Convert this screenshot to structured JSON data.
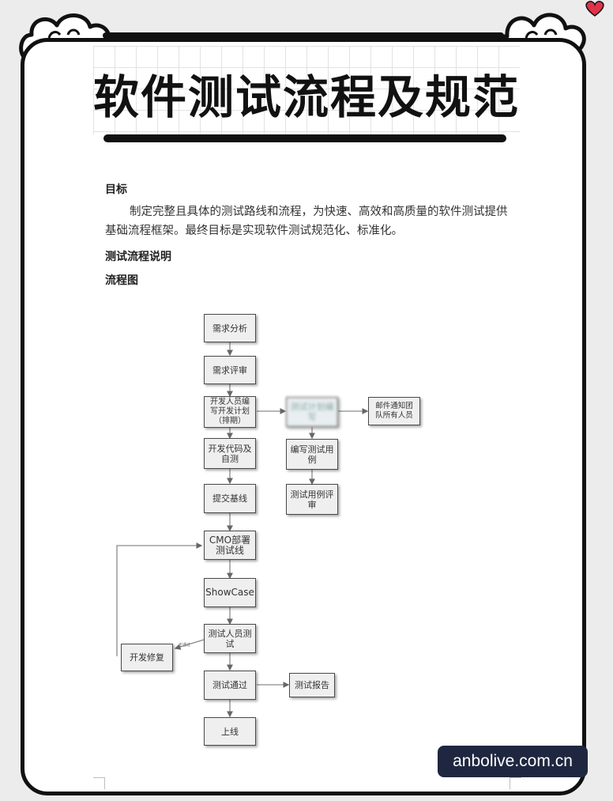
{
  "document": {
    "title": "软件测试流程及规范",
    "sections": {
      "goal_heading": "目标",
      "goal_text": "制定完整且具体的测试路线和流程，为快速、高效和高质量的软件测试提供基础流程框架。最终目标是实现软件测试规范化、标准化。",
      "process_heading": "测试流程说明",
      "flowchart_heading": "流程图"
    }
  },
  "flowchart": {
    "nodes": {
      "requirement_analysis": "需求分析",
      "requirement_review": "需求评审",
      "dev_plan": "开发人员编写开发计划（排期）",
      "dev_code": "开发代码及自测",
      "submit_baseline": "提交基线",
      "cmo_deploy": "CMO部署测试线",
      "showcase": "ShowCase",
      "tester_test": "测试人员测试",
      "dev_fix": "开发修复",
      "test_pass": "测试通过",
      "go_live": "上线",
      "blurred_step": "测试计划编写",
      "email_notify": "邮件通知团队所有人员",
      "write_cases": "编写测试用例",
      "case_review": "测试用例评审",
      "test_report": "测试报告"
    },
    "edge_labels": {
      "fail": "不通过"
    }
  },
  "watermark": "anbolive.com.cn"
}
